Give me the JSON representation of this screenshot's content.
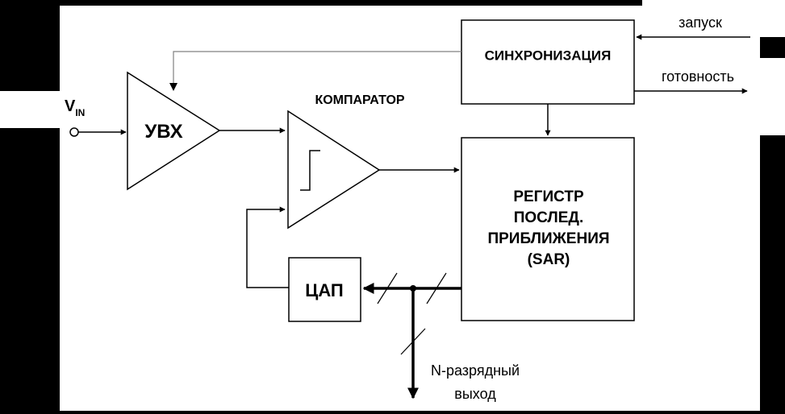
{
  "diagram": {
    "input": {
      "label": "V",
      "subscript": "IN"
    },
    "sample_hold": {
      "label": "УВХ"
    },
    "comparator": {
      "label": "КОМПАРАТОР"
    },
    "sync": {
      "label": "СИНХРОНИЗАЦИЯ"
    },
    "sar": {
      "lines": [
        "РЕГИСТР",
        "ПОСЛЕД.",
        "ПРИБЛИЖЕНИЯ",
        "(SAR)"
      ]
    },
    "dac": {
      "label": "ЦАП"
    },
    "start": {
      "label": "запуск"
    },
    "ready": {
      "label": "готовность"
    },
    "output": {
      "lines": [
        "N-разрядный",
        "выход"
      ]
    }
  },
  "colors": {
    "background": "#000000",
    "panel": "#ffffff",
    "stroke": "#000000",
    "feedback_line": "#808080"
  }
}
